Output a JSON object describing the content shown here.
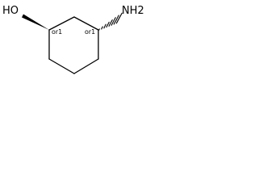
{
  "molecule": {
    "atoms": {
      "hydroxyl": "HO",
      "amine": "NH2"
    },
    "stereo_descriptors": {
      "c1": "or1",
      "c3": "or1"
    },
    "bond_color": "#000000"
  }
}
